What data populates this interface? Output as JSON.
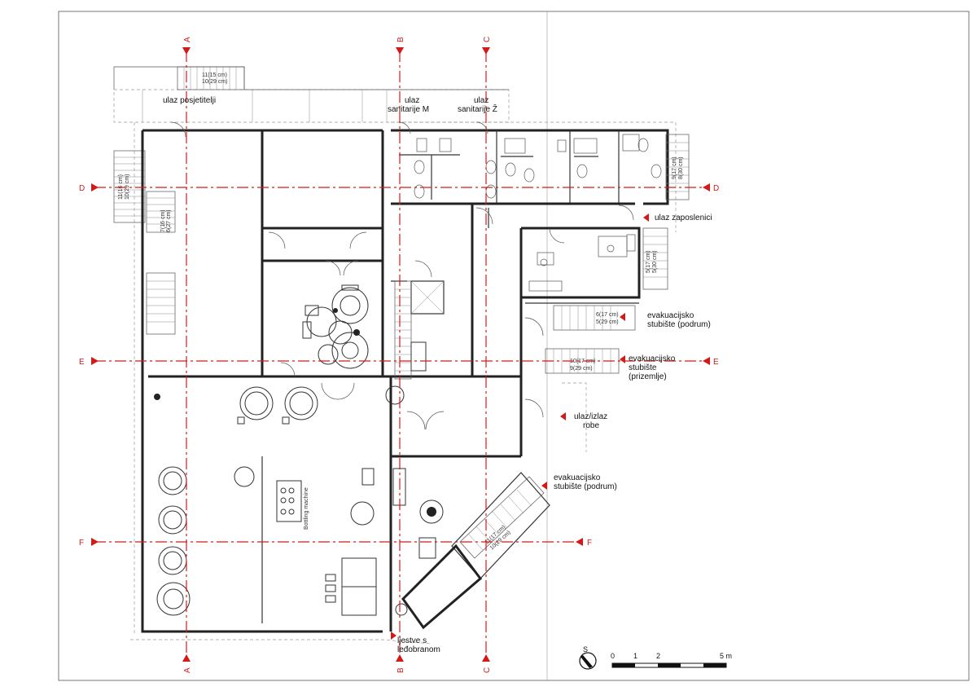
{
  "axes": {
    "vertical": [
      {
        "id": "a",
        "letter": "A"
      },
      {
        "id": "b",
        "letter": "B"
      },
      {
        "id": "c",
        "letter": "C"
      }
    ],
    "horizontal": [
      {
        "id": "d",
        "letter": "D"
      },
      {
        "id": "e",
        "letter": "E"
      },
      {
        "id": "f",
        "letter": "F"
      }
    ]
  },
  "labels": {
    "visitor_entrance": "ulaz posjetitelji",
    "sanitary_m_1": "ulaz",
    "sanitary_m_2": "sanitarije M",
    "sanitary_z_1": "ulaz",
    "sanitary_z_2": "sanitarije Ž",
    "staff_entrance": "ulaz zaposlenici",
    "evac_basement_1": "evakuacijsko",
    "evac_basement_2": "stubište (podrum)",
    "evac_ground_1": "evakuacijsko",
    "evac_ground_2": "stubište",
    "evac_ground_3": "(prizemlje)",
    "goods_1": "ulaz/izlaz",
    "goods_2": "robe",
    "evac_basement2_1": "evakuacijsko",
    "evac_basement2_2": "stubište (podrum)",
    "ladder_1": "ljestve s",
    "ladder_2": "leđobranom",
    "bottling": "Bottling machine"
  },
  "stairs": {
    "top_left_a": "11(15 cm)",
    "top_left_b": "10(29 cm)",
    "left_a": "11(16 cm)",
    "left_b": "10(29 cm)",
    "left_inner_a": "7(16 cm)",
    "left_inner_b": "6(27 cm)",
    "right_top_a": "9(17 cm)",
    "right_top_b": "8(30 cm)",
    "right_mid_a": "5(17 cm)",
    "right_mid_b": "5(30 cm)",
    "evac_a": "6(17 cm)",
    "evac_b": "5(29 cm)",
    "evac2_a": "10(17 cm)",
    "evac2_b": "9(29 cm)",
    "diag_a": "11(17 cm)",
    "diag_b": "10(29 cm)"
  },
  "scale": {
    "north": "S",
    "ticks": [
      "0",
      "1",
      "2",
      "5 m"
    ]
  }
}
